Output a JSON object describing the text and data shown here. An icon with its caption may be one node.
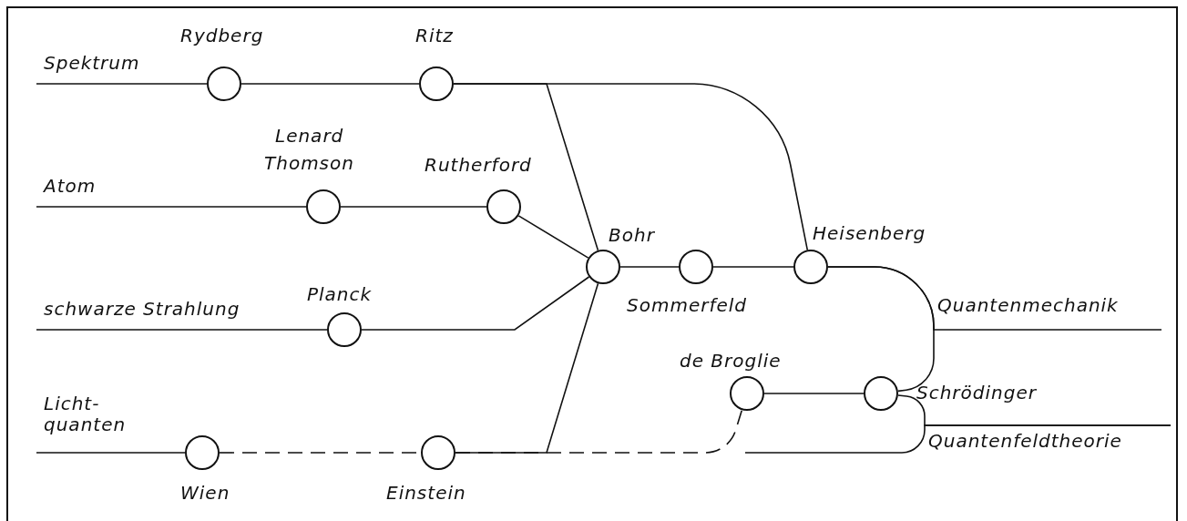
{
  "diagram": {
    "nodes": [
      {
        "text": [
          "Spektrum"
        ]
      },
      {
        "text": [],
        "shape": "circle",
        "beside": [
          "Rydberg"
        ]
      },
      {
        "text": [],
        "shape": "circle",
        "beside": [
          "Ritz"
        ]
      },
      {
        "text": [
          "Atom"
        ]
      },
      {
        "text": [],
        "shape": "circle",
        "beside": [
          "Lenard",
          "Thomson"
        ]
      },
      {
        "text": [],
        "shape": "circle",
        "beside": [
          "Rutherford"
        ]
      },
      {
        "text": [],
        "shape": "circle",
        "beside": [
          "Bohr"
        ]
      },
      {
        "text": [],
        "shape": "circle",
        "beside": [
          "Sommerfeld"
        ]
      },
      {
        "text": [],
        "shape": "circle",
        "beside": [
          "Heisenberg"
        ]
      },
      {
        "text": [
          "Quantenmechanik"
        ]
      },
      {
        "text": [
          "schwarze Strahlung"
        ]
      },
      {
        "text": [],
        "shape": "circle",
        "beside": [
          "Planck"
        ]
      },
      {
        "text": [],
        "shape": "circle",
        "beside": [
          "de Broglie"
        ]
      },
      {
        "text": [],
        "shape": "circle",
        "beside": [
          "Schrödinger"
        ]
      },
      {
        "text": [
          "Quantenfeldtheorie"
        ]
      },
      {
        "text": [
          "Licht- quanten"
        ]
      },
      {
        "text": [],
        "shape": "circle",
        "beside": [
          "Wien"
        ]
      },
      {
        "text": [],
        "shape": "circle",
        "beside": [
          "Einstein"
        ]
      }
    ],
    "edges": [
      {
        "from": 0,
        "to": 1,
        "arrow": "none"
      },
      {
        "from": 1,
        "to": 2,
        "arrow": "none"
      },
      {
        "from": 2,
        "to": 6,
        "arrow": "none"
      },
      {
        "from": 2,
        "to": 8,
        "arrow": "none"
      },
      {
        "from": 3,
        "to": 4,
        "arrow": "none"
      },
      {
        "from": 4,
        "to": 5,
        "arrow": "none"
      },
      {
        "from": 5,
        "to": 6,
        "arrow": "none"
      },
      {
        "from": 10,
        "to": 11,
        "arrow": "none"
      },
      {
        "from": 11,
        "to": 6,
        "arrow": "none"
      },
      {
        "from": 15,
        "to": 16,
        "arrow": "none"
      },
      {
        "from": 16,
        "to": 17,
        "arrow": "none",
        "style": "dashed"
      },
      {
        "from": 17,
        "to": 6,
        "arrow": "none"
      },
      {
        "from": 17,
        "to": 12,
        "arrow": "none",
        "style": "dashed"
      },
      {
        "from": 6,
        "to": 7,
        "arrow": "none"
      },
      {
        "from": 7,
        "to": 8,
        "arrow": "none"
      },
      {
        "from": 8,
        "to": 9,
        "arrow": "none"
      },
      {
        "from": 8,
        "to": 13,
        "arrow": "none"
      },
      {
        "from": 12,
        "to": 13,
        "arrow": "none"
      },
      {
        "from": 13,
        "to": 14,
        "arrow": "none"
      },
      {
        "from": null,
        "to": 14,
        "arrow": "none"
      }
    ]
  }
}
